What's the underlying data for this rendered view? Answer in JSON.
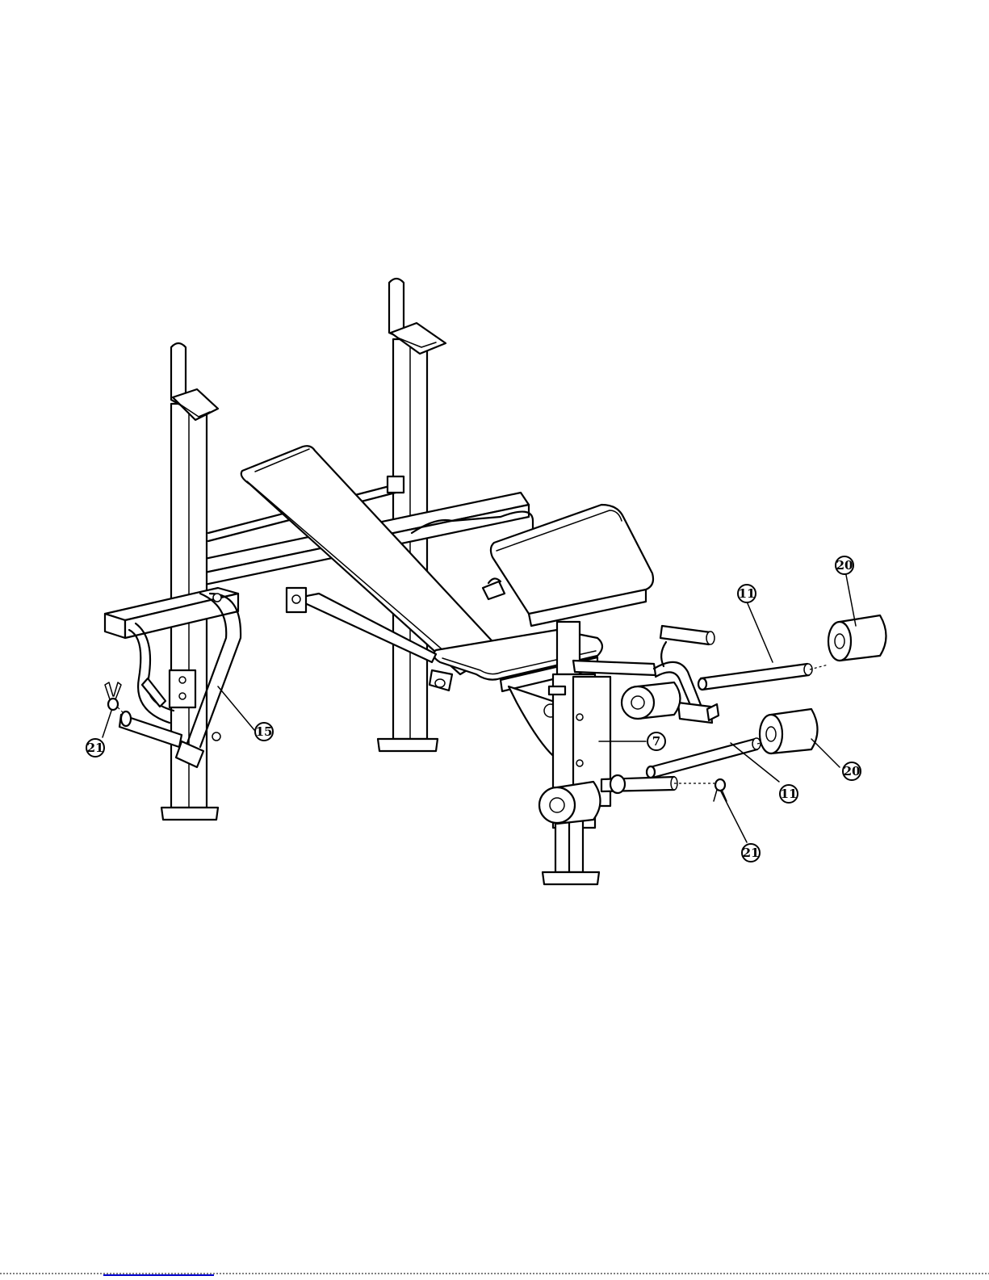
{
  "callouts": {
    "c7": "7",
    "c11_top": "11",
    "c11_bottom": "11",
    "c15": "15",
    "c20_top": "20",
    "c20_bottom": "20",
    "c21_left": "21",
    "c21_right": "21"
  },
  "colors": {
    "ink": "#000000",
    "paper": "#ffffff",
    "footer_rule": "#0000cc"
  }
}
